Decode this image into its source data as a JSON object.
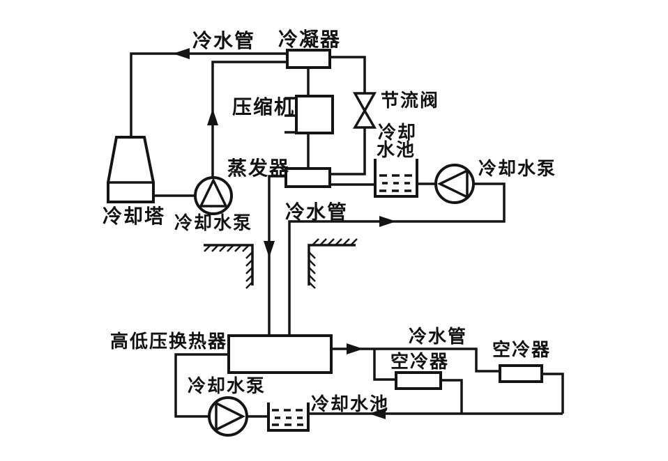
{
  "diagram": {
    "type": "refrigeration-mine-cooling-system-schematic",
    "background": "#ffffff",
    "line_color": "#141414",
    "labels": {
      "pipe_top": "冷水管",
      "condenser": "冷凝器",
      "compressor": "压缩机",
      "throttle_valve": "节流阀",
      "pool_top_line1": "冷却",
      "pool_top_line2": "水池",
      "pump_top_right": "冷却水泵",
      "evaporator": "蒸发器",
      "cooling_tower": "冷却塔",
      "pump_top_left": "冷却水泵",
      "pipe_mid": "冷水管",
      "heat_exchanger": "高低压换热器",
      "pipe_bottom": "冷水管",
      "air_cooler_left": "空冷器",
      "air_cooler_right": "空冷器",
      "pump_bottom": "冷却水泵",
      "pool_bottom": "冷却水池"
    }
  }
}
